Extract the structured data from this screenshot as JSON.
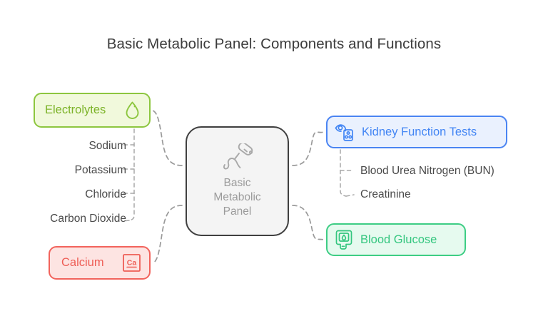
{
  "title": "Basic Metabolic Panel: Components and Functions",
  "center": {
    "label": "Basic\nMetabolic\nPanel",
    "icon": "lancet-finger-test-icon",
    "border_color": "#3f3f3f",
    "fill_color": "#f4f4f4",
    "text_color": "#9b9b9b"
  },
  "branches": [
    {
      "id": "electrolytes",
      "label": "Electrolytes",
      "icon": "water-droplet-icon",
      "icon_position": "right",
      "accent_color": "#8dc63f",
      "text_color": "#7cb328",
      "fill_color": "#f1f9dc",
      "children": [
        {
          "label": "Sodium"
        },
        {
          "label": "Potassium"
        },
        {
          "label": "Chloride"
        },
        {
          "label": "Carbon Dioxide"
        }
      ]
    },
    {
      "id": "calcium",
      "label": "Calcium",
      "icon": "element-tile-ca-icon",
      "icon_text": "Ca",
      "icon_position": "right",
      "accent_color": "#f2635c",
      "text_color": "#ee5d55",
      "fill_color": "#fde4e2",
      "children": []
    },
    {
      "id": "kidney-function-tests",
      "label": "Kidney Function Tests",
      "icon": "urinalysis-eye-specimen-icon",
      "icon_position": "left",
      "accent_color": "#4a84f2",
      "text_color": "#4285f4",
      "fill_color": "#eaf1fe",
      "children": [
        {
          "label": "Blood Urea Nitrogen (BUN)"
        },
        {
          "label": "Creatinine"
        }
      ]
    },
    {
      "id": "blood-glucose",
      "label": "Blood Glucose",
      "icon": "glucose-meter-icon",
      "icon_position": "left",
      "accent_color": "#3dcd84",
      "text_color": "#34c67f",
      "fill_color": "#e6faef",
      "children": []
    }
  ],
  "connector_color": "#9a9a9a",
  "background_color": "#ffffff"
}
